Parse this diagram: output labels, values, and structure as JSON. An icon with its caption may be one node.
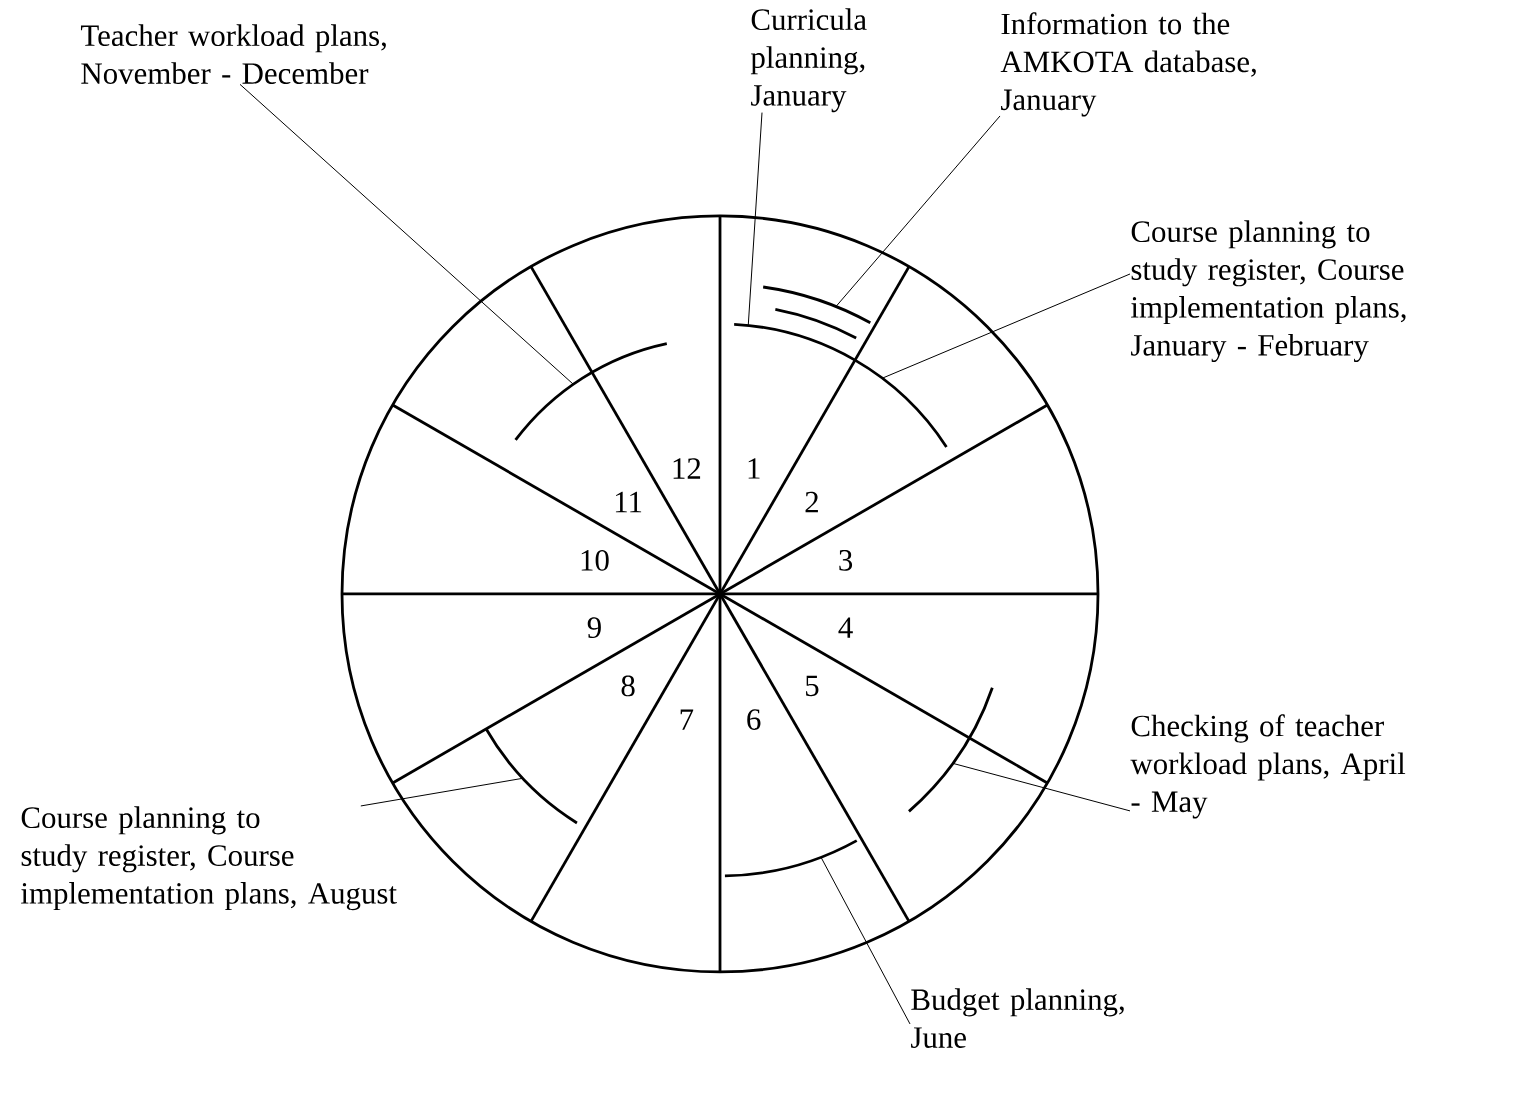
{
  "diagram": {
    "nodes": [
      {
        "text": [
          "Teacher workload plans, November - December"
        ]
      },
      {
        "text": [
          "Curricula planning, January"
        ]
      },
      {
        "text": [
          "Information to the AMKOTA database, January"
        ]
      },
      {
        "text": [
          "Course planning to study register, Course implementation plans, January - February"
        ]
      },
      {
        "text": [
          "Checking of teacher workload plans, April - May"
        ]
      },
      {
        "text": [
          "Budget planning, June"
        ]
      },
      {
        "text": [
          "Course planning to study register, Course implementation plans, August"
        ]
      },
      {
        "text": [],
        "shape": "arc"
      },
      {
        "text": [],
        "shape": "arc"
      },
      {
        "text": [],
        "shape": "arc"
      },
      {
        "text": [],
        "shape": "arc"
      },
      {
        "text": [],
        "shape": "arc"
      },
      {
        "text": [],
        "shape": "arc"
      },
      {
        "text": [],
        "shape": "arc"
      }
    ],
    "edges": [
      {
        "from": 0,
        "to": 10,
        "arrow": "none"
      },
      {
        "from": 1,
        "to": 7,
        "arrow": "none"
      },
      {
        "from": 2,
        "to": 9,
        "arrow": "none"
      },
      {
        "from": 3,
        "to": 7,
        "arrow": "none"
      },
      {
        "from": 4,
        "to": 11,
        "arrow": "none"
      },
      {
        "from": 5,
        "to": 12,
        "arrow": "none"
      },
      {
        "from": 6,
        "to": 13,
        "arrow": "none"
      }
    ],
    "labels": [
      "1",
      "2",
      "3",
      "4",
      "5",
      "6",
      "7",
      "8",
      "9",
      "10",
      "11",
      "12"
    ]
  }
}
